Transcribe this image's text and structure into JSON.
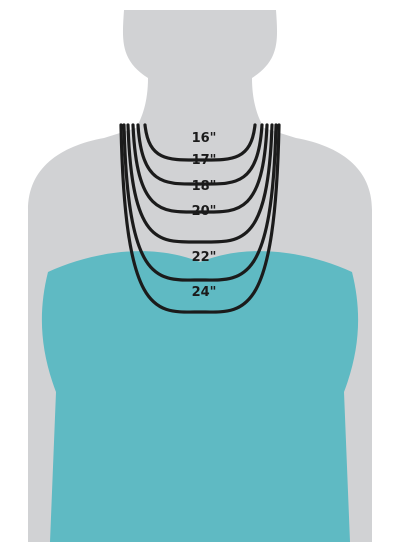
{
  "colors": {
    "background": "#ffffff",
    "mannequin": "#d1d2d4",
    "dress": "#5fbac3",
    "chain": "#1b1b1b",
    "label": "#1b1b1b"
  },
  "necklaces": [
    {
      "label": "16\""
    },
    {
      "label": "17\""
    },
    {
      "label": "18\""
    },
    {
      "label": "20\""
    },
    {
      "label": "22\""
    },
    {
      "label": "24\""
    }
  ]
}
